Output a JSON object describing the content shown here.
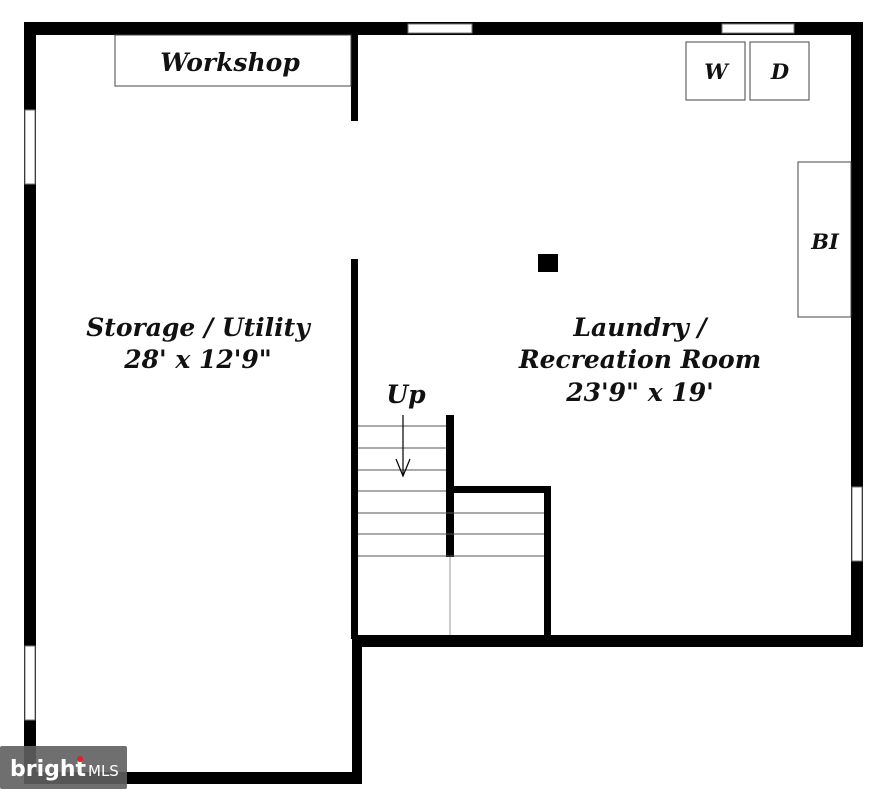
{
  "rooms": {
    "workshop": {
      "label": "Workshop"
    },
    "storage": {
      "name": "Storage / Utility",
      "dims": "28' x 12'9\""
    },
    "laundry": {
      "name_line1": "Laundry /",
      "name_line2": "Recreation Room",
      "dims": "23'9\" x 19'"
    }
  },
  "fixtures": {
    "washer": "W",
    "dryer": "D",
    "built_in": "BI"
  },
  "stairs": {
    "label": "Up"
  },
  "watermark": {
    "brand": "bright",
    "suffix": "MLS"
  }
}
